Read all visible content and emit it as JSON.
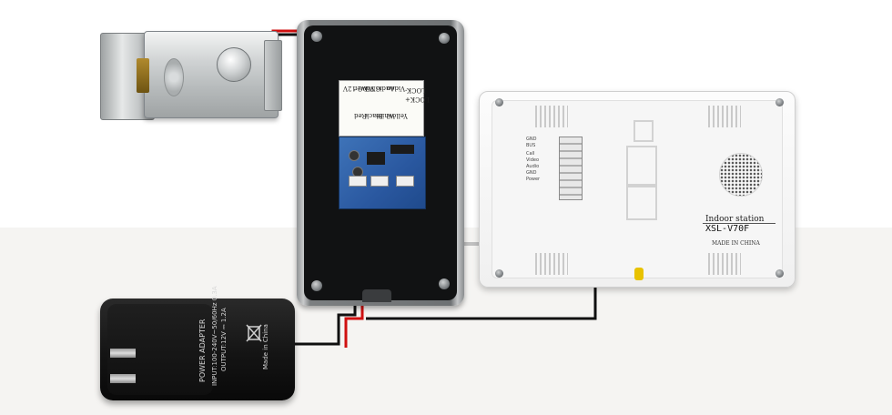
{
  "camera": {
    "sticker": {
      "lines": [
        "LOCK-",
        "LOCK+",
        "Video",
        "Audio",
        "GND",
        "Power",
        "Yellow",
        "White",
        "Black",
        "Red",
        "DC 12V"
      ]
    }
  },
  "monitor": {
    "station_label": "Indoor station",
    "model": "XSL-V70F",
    "made_in": "MADE IN CHINA",
    "terminal_labels": [
      "GND",
      "BUS",
      "Call",
      "Video",
      "Audio",
      "GND",
      "Power"
    ]
  },
  "adapter": {
    "title": "POWER ADAPTER",
    "input": "INPUT:100-240V~50/60Hz 0.3A",
    "output": "OUTPUT:12V ⎓ 1.2A",
    "made_in": "Made in China"
  },
  "colors": {
    "wire_red": "#d01010",
    "wire_black": "#101010",
    "wire_gray": "#c0c0c0",
    "pcb_blue": "#2a58a0"
  },
  "icons": [
    "electric-lock",
    "outdoor-camera",
    "indoor-monitor",
    "power-adapter",
    "speaker-grille",
    "recycle-bin-icon"
  ]
}
